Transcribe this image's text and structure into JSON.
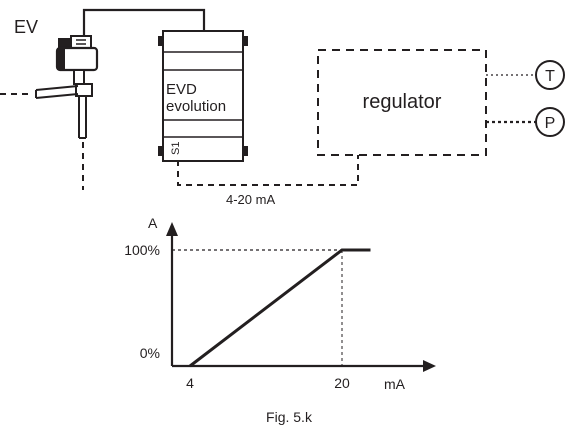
{
  "schematic": {
    "ev_label": "EV",
    "controller": {
      "line1": "EVD",
      "line2": "evolution",
      "terminal": "S1"
    },
    "regulator_label": "regulator",
    "sensor_t": "T",
    "sensor_p": "P",
    "signal_label": "4-20 mA"
  },
  "graph": {
    "y_axis_label": "A",
    "x_axis_label": "mA",
    "y_ticks": [
      "0%",
      "100%"
    ],
    "x_ticks": [
      "4",
      "20"
    ]
  },
  "chart_data": {
    "type": "line",
    "x": [
      4,
      20,
      23
    ],
    "y": [
      0,
      100,
      100
    ],
    "xlabel": "mA",
    "ylabel": "A",
    "x_ticks": [
      4,
      20
    ],
    "y_ticks": [
      0,
      100
    ],
    "grid": false
  },
  "caption": "Fig. 5.k",
  "colors": {
    "ink": "#231f20",
    "background": "#ffffff"
  }
}
